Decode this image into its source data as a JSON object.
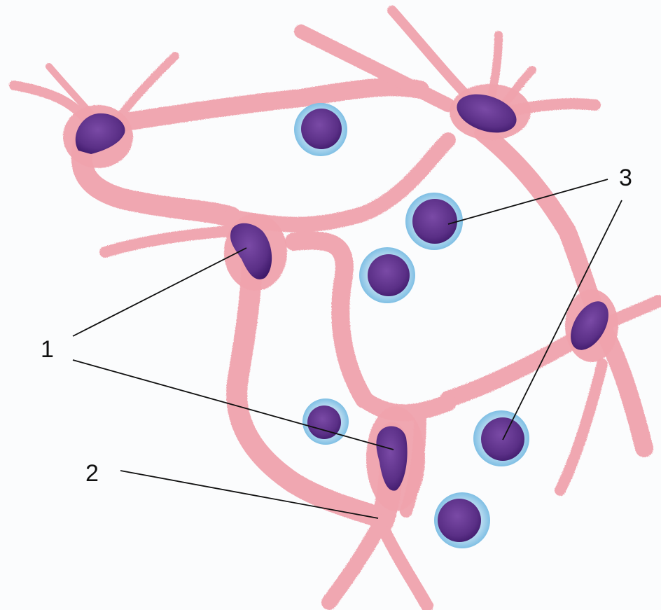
{
  "colors": {
    "background": "#fbfcfd",
    "cytoplasm": "#f0a3ad",
    "cytoplasm_edge": "#e57f8c",
    "nucleus": "#5a2f86",
    "nucleus_dark": "#3f1a6b",
    "lymphocyte_rim": "#9ccbe8",
    "label": "#111111"
  },
  "callouts": [
    {
      "id": "1",
      "text": "1"
    },
    {
      "id": "2",
      "text": "2"
    },
    {
      "id": "3",
      "text": "3"
    }
  ]
}
